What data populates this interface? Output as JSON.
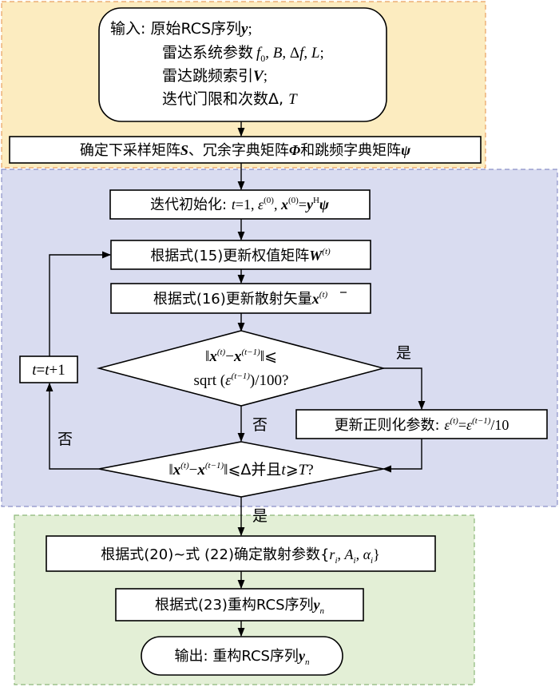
{
  "diagram": {
    "input_box": {
      "line1": {
        "text": "输入: 原始RCS序列",
        "var": "y",
        "tail": ";"
      },
      "line2": {
        "text": "雷达系统参数",
        "params": "f",
        "sub": "0",
        "rest1": ", ",
        "B": "B",
        "rest2": ", Δ",
        "f": "f",
        "rest3": ", ",
        "L": "L",
        "tail": ";"
      },
      "line3": {
        "text": "雷达跳频索引",
        "var": "V",
        "tail": ";"
      },
      "line4": {
        "text": "迭代门限和次数Δ, ",
        "var": "T"
      }
    },
    "matrix_box": {
      "p1": "确定下采样矩阵",
      "S": "S",
      "p2": "、冗余字典矩阵",
      "Phi": "Φ",
      "p3": "和跳频字典矩阵",
      "psi": "ψ"
    },
    "init_box": {
      "p1": "迭代初始化: ",
      "t": "t",
      "p2": "=1, ",
      "eps": "ε",
      "sup0": "(0)",
      "p3": ", ",
      "x": "x",
      "sup0b": "(0)",
      "p4": "=",
      "y": "y",
      "supH": "H",
      "psi": "ψ"
    },
    "weight_box": {
      "p1": "根据式(15)更新权值矩阵",
      "W": "W",
      "sup": "(t)"
    },
    "scatter_box": {
      "p1": "根据式(16)更新散射矢量",
      "x": "x",
      "sup": "(t)"
    },
    "cond1": {
      "line1": {
        "open": "‖",
        "x1": "x",
        "sup1": "(t)",
        "minus": "−",
        "x2": "x",
        "sup2": "(t−1)",
        "close": "‖",
        "le": "⩽"
      },
      "line2": {
        "text": "sqrt (",
        "eps": "ε",
        "sup": "(t−1)",
        "tail": ")/100?"
      }
    },
    "yes1": "是",
    "no1": "否",
    "update_box": {
      "p1": "更新正则化参数: ",
      "eps1": "ε",
      "sup1": "(t)",
      "eq": "=",
      "eps2": "ε",
      "sup2": "(t−1)",
      "tail": "/10"
    },
    "increment_box": {
      "t1": "t",
      "eq": "=",
      "t2": "t",
      "tail": "+1"
    },
    "no2": "否",
    "cond2": {
      "open": "‖",
      "x1": "x",
      "sup1": "(t)",
      "minus": "−",
      "x2": "x",
      "sup2": "(t−1)",
      "close": "‖",
      "le": "⩽Δ并且",
      "t": "t",
      "ge": "⩾",
      "T": "T",
      "q": "?"
    },
    "yes2": "是",
    "params_box": {
      "p1": "根据式(20)~式 (22)确定散射参数{",
      "r": "r",
      "sub_r": "i",
      "sep1": ", ",
      "A": "A",
      "sub_A": "i",
      "sep2": ", ",
      "alpha": "α",
      "sub_a": "i",
      "close": "}"
    },
    "reconstruct_box": {
      "p1": "根据式(23)重构RCS序列",
      "y": "y",
      "sub": "n"
    },
    "output_box": {
      "p1": "输出: 重构RCS序列",
      "y": "y",
      "sub": "n"
    },
    "colors": {
      "region_input": "#fcecc0",
      "region_input_border": "#e8a060",
      "region_iter": "#d9dcf0",
      "region_iter_border": "#8a90c8",
      "region_output": "#e3efd6",
      "region_output_border": "#8cb878",
      "box": "#ffffff",
      "stroke": "#000000"
    }
  }
}
